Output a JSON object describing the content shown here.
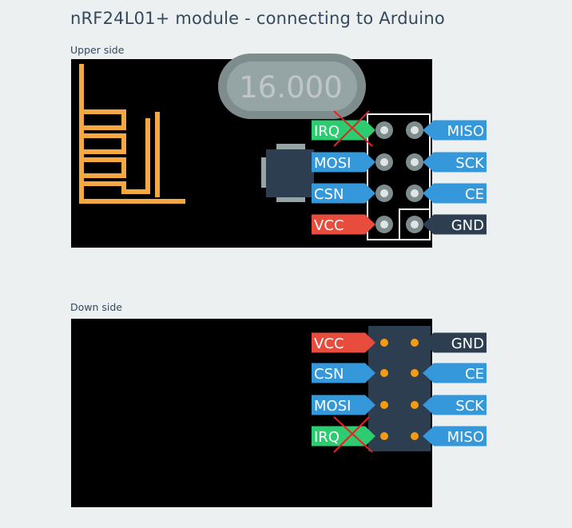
{
  "title": "nRF24L01+ module - connecting to Arduino",
  "upper": {
    "caption": "Upper side",
    "crystal_label": "16.000",
    "left_pins": [
      {
        "label": "IRQ",
        "color": "#2ecc71",
        "crossed": true
      },
      {
        "label": "MOSI",
        "color": "#3498db",
        "crossed": false
      },
      {
        "label": "CSN",
        "color": "#3498db",
        "crossed": false
      },
      {
        "label": "VCC",
        "color": "#e74c3c",
        "crossed": false
      }
    ],
    "right_pins": [
      {
        "label": "MISO",
        "color": "#3498db"
      },
      {
        "label": "SCK",
        "color": "#3498db"
      },
      {
        "label": "CE",
        "color": "#3498db"
      },
      {
        "label": "GND",
        "color": "#2c3e50"
      }
    ]
  },
  "down": {
    "caption": "Down side",
    "left_pins": [
      {
        "label": "VCC",
        "color": "#e74c3c",
        "crossed": false
      },
      {
        "label": "CSN",
        "color": "#3498db",
        "crossed": false
      },
      {
        "label": "MOSI",
        "color": "#3498db",
        "crossed": false
      },
      {
        "label": "IRQ",
        "color": "#2ecc71",
        "crossed": true
      }
    ],
    "right_pins": [
      {
        "label": "GND",
        "color": "#2c3e50"
      },
      {
        "label": "CE",
        "color": "#3498db"
      },
      {
        "label": "SCK",
        "color": "#3498db"
      },
      {
        "label": "MISO",
        "color": "#3498db"
      }
    ]
  },
  "colors": {
    "board": "#000000",
    "antenna": "#f5a742",
    "header_bg": "#2c3e50",
    "pin_pad": "#7f8c8d",
    "solder_pad": "#f39c12",
    "cross": "#e8221f",
    "text": "#34495e"
  }
}
